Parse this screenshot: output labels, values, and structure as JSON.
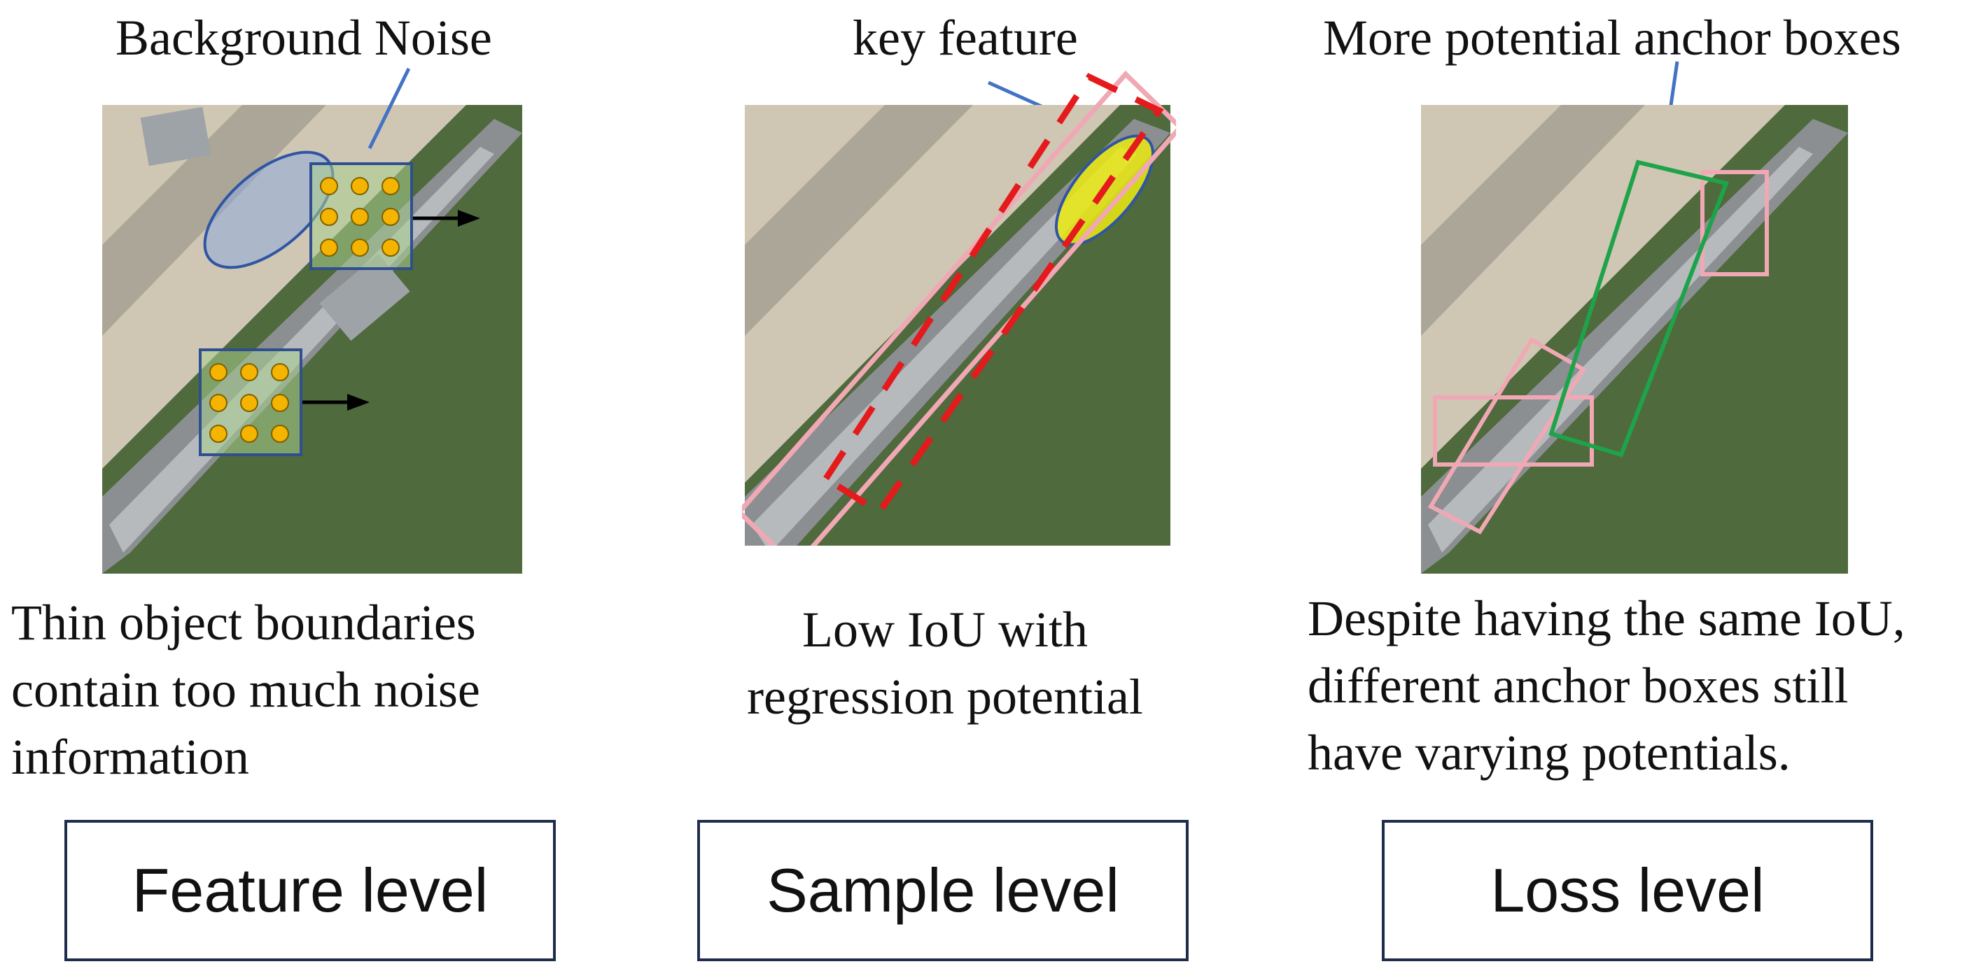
{
  "panels": [
    {
      "top_label": "Background Noise",
      "description": [
        "Thin object boundaries",
        "contain too much noise",
        "information"
      ],
      "level": "Feature level"
    },
    {
      "top_label": "key feature",
      "description": [
        "Low IoU  with",
        "regression potential"
      ],
      "level": "Sample level"
    },
    {
      "top_label": "More potential anchor boxes",
      "description": [
        "Despite having the same IoU,",
        "different anchor boxes still",
        "have varying potentials."
      ],
      "level": "Loss level"
    }
  ],
  "colors": {
    "water": "#4f6a3c",
    "pier": "#d9d3c2",
    "ship": "#8a8d8e",
    "pointer_line": "#4472c4",
    "feature_patch_border": "#2f4f8f",
    "feature_dot": "#f4b400",
    "red_dashed_box": "#e41a1c",
    "pink_box": "#f0a8b4",
    "green_box": "#1fa34a",
    "yellow_ellipse": "#e6e600",
    "level_box_border": "#1f2d4d"
  }
}
